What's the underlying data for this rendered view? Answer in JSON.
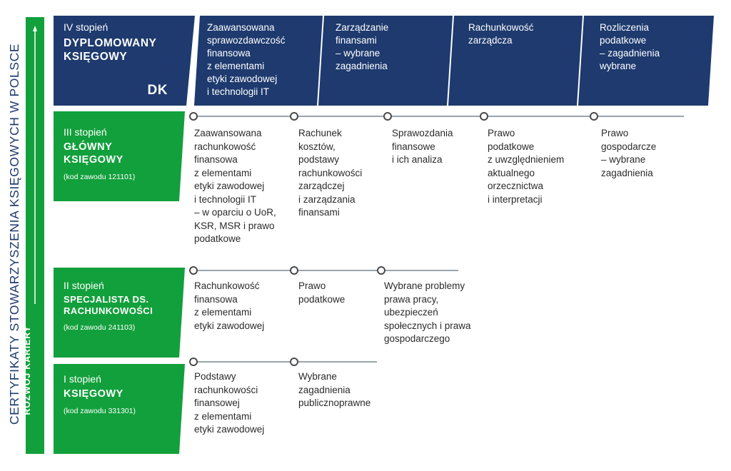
{
  "side_title": "CERTYFIKATY STOWARZYSZENIA KSIĘGOWYCH W POLSCE",
  "career_label": "ROZWÓJ KARIERY",
  "colors": {
    "navy": "#1e3a6e",
    "green": "#12a03c",
    "line": "#9aa3ad"
  },
  "levels": [
    {
      "stage": "IV stopień",
      "title_lines": [
        "DYPLOMOWANY",
        "KSIĘGOWY"
      ],
      "code": "",
      "badge": "DK",
      "subjects": [
        "Zaawansowana\nsprawozdawczość\nfinansowa\nz elementami\netyki zawodowej\ni technologii IT",
        "Zarządzanie\nfinansami\n– wybrane\nzagadnienia",
        "Rachunkowość\nzarządcza",
        "Rozliczenia\npodatkowe\n – zagadnienia\nwybrane"
      ]
    },
    {
      "stage": "III stopień",
      "title_lines": [
        "GŁÓWNY",
        "KSIĘGOWY"
      ],
      "code": "(kod zawodu 121101)",
      "subjects": [
        "Zaawansowana\nrachunkowość\nfinansowa\nz elementami\netyki zawodowej\ni technologii IT\n– w oparciu o UoR,\nKSR, MSR i prawo\npodatkowe",
        "Rachunek\nkosztów,\npodstawy\nrachunkowości\nzarządczej\ni zarządzania\nfinansami",
        "Sprawozdania\nfinansowe\ni ich analiza",
        "Prawo\npodatkowe\nz uwzględnieniem\naktualnego\norzecznictwa\ni interpretacji",
        "Prawo\ngospodarcze\n– wybrane\nzagadnienia"
      ]
    },
    {
      "stage": "II stopień",
      "title_lines": [
        "SPECJALISTA DS.",
        "RACHUNKOWOŚCI"
      ],
      "code": "(kod zawodu 241103)",
      "subjects": [
        "Rachunkowość\nfinansowa\nz elementami\netyki zawodowej",
        "Prawo\npodatkowe",
        "Wybrane problemy\nprawa pracy,\nubezpieczeń\nspołecznych i prawa\ngospodarczego"
      ]
    },
    {
      "stage": "I stopień",
      "title_lines": [
        "KSIĘGOWY"
      ],
      "code": "(kod zawodu 331301)",
      "subjects": [
        "Podstawy\nrachunkowości\nfinansowej\nz elementami\netyki zawodowej",
        "Wybrane\nzagadnienia\npublicznoprawne"
      ]
    }
  ]
}
